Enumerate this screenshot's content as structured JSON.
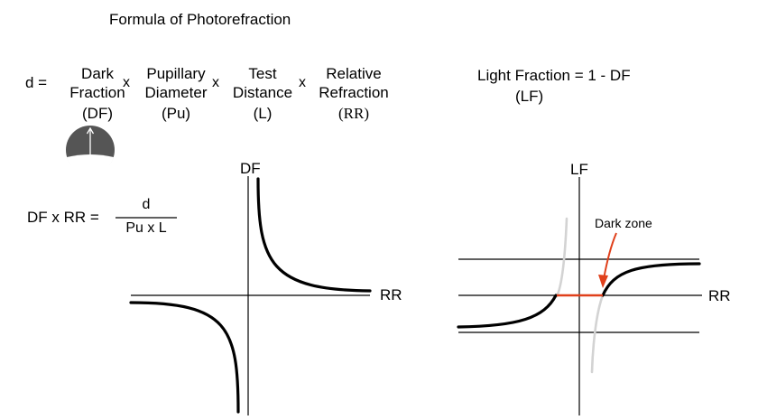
{
  "title": "Formula of Photorefraction",
  "formula": {
    "lhs": "d =",
    "times": "x",
    "terms": [
      {
        "line1": "Dark",
        "line2": "Fraction",
        "abbr": "(DF)"
      },
      {
        "line1": "Pupillary",
        "line2": "Diameter",
        "abbr": "(Pu)"
      },
      {
        "line1": "Test",
        "line2": "Distance",
        "abbr": "(L)"
      },
      {
        "line1": "Relative",
        "line2": "Refraction",
        "abbr": "(RR)"
      }
    ]
  },
  "light_fraction": {
    "equation": "Light Fraction = 1 - DF",
    "abbr": "(LF)"
  },
  "df_rr": {
    "lhs": "DF x RR =",
    "numerator": "d",
    "denominator": "Pu x L"
  },
  "left_graph": {
    "y_label": "DF",
    "x_label": "RR"
  },
  "right_graph": {
    "y_label": "LF",
    "x_label": "RR",
    "annotation": "Dark zone"
  },
  "colors": {
    "curve": "#000000",
    "ghost_curve": "#d3d3d3",
    "dark_zone": "#e0401b",
    "pupil": "#555555"
  },
  "icons": {
    "pupil": "pupil-crescent-icon"
  }
}
